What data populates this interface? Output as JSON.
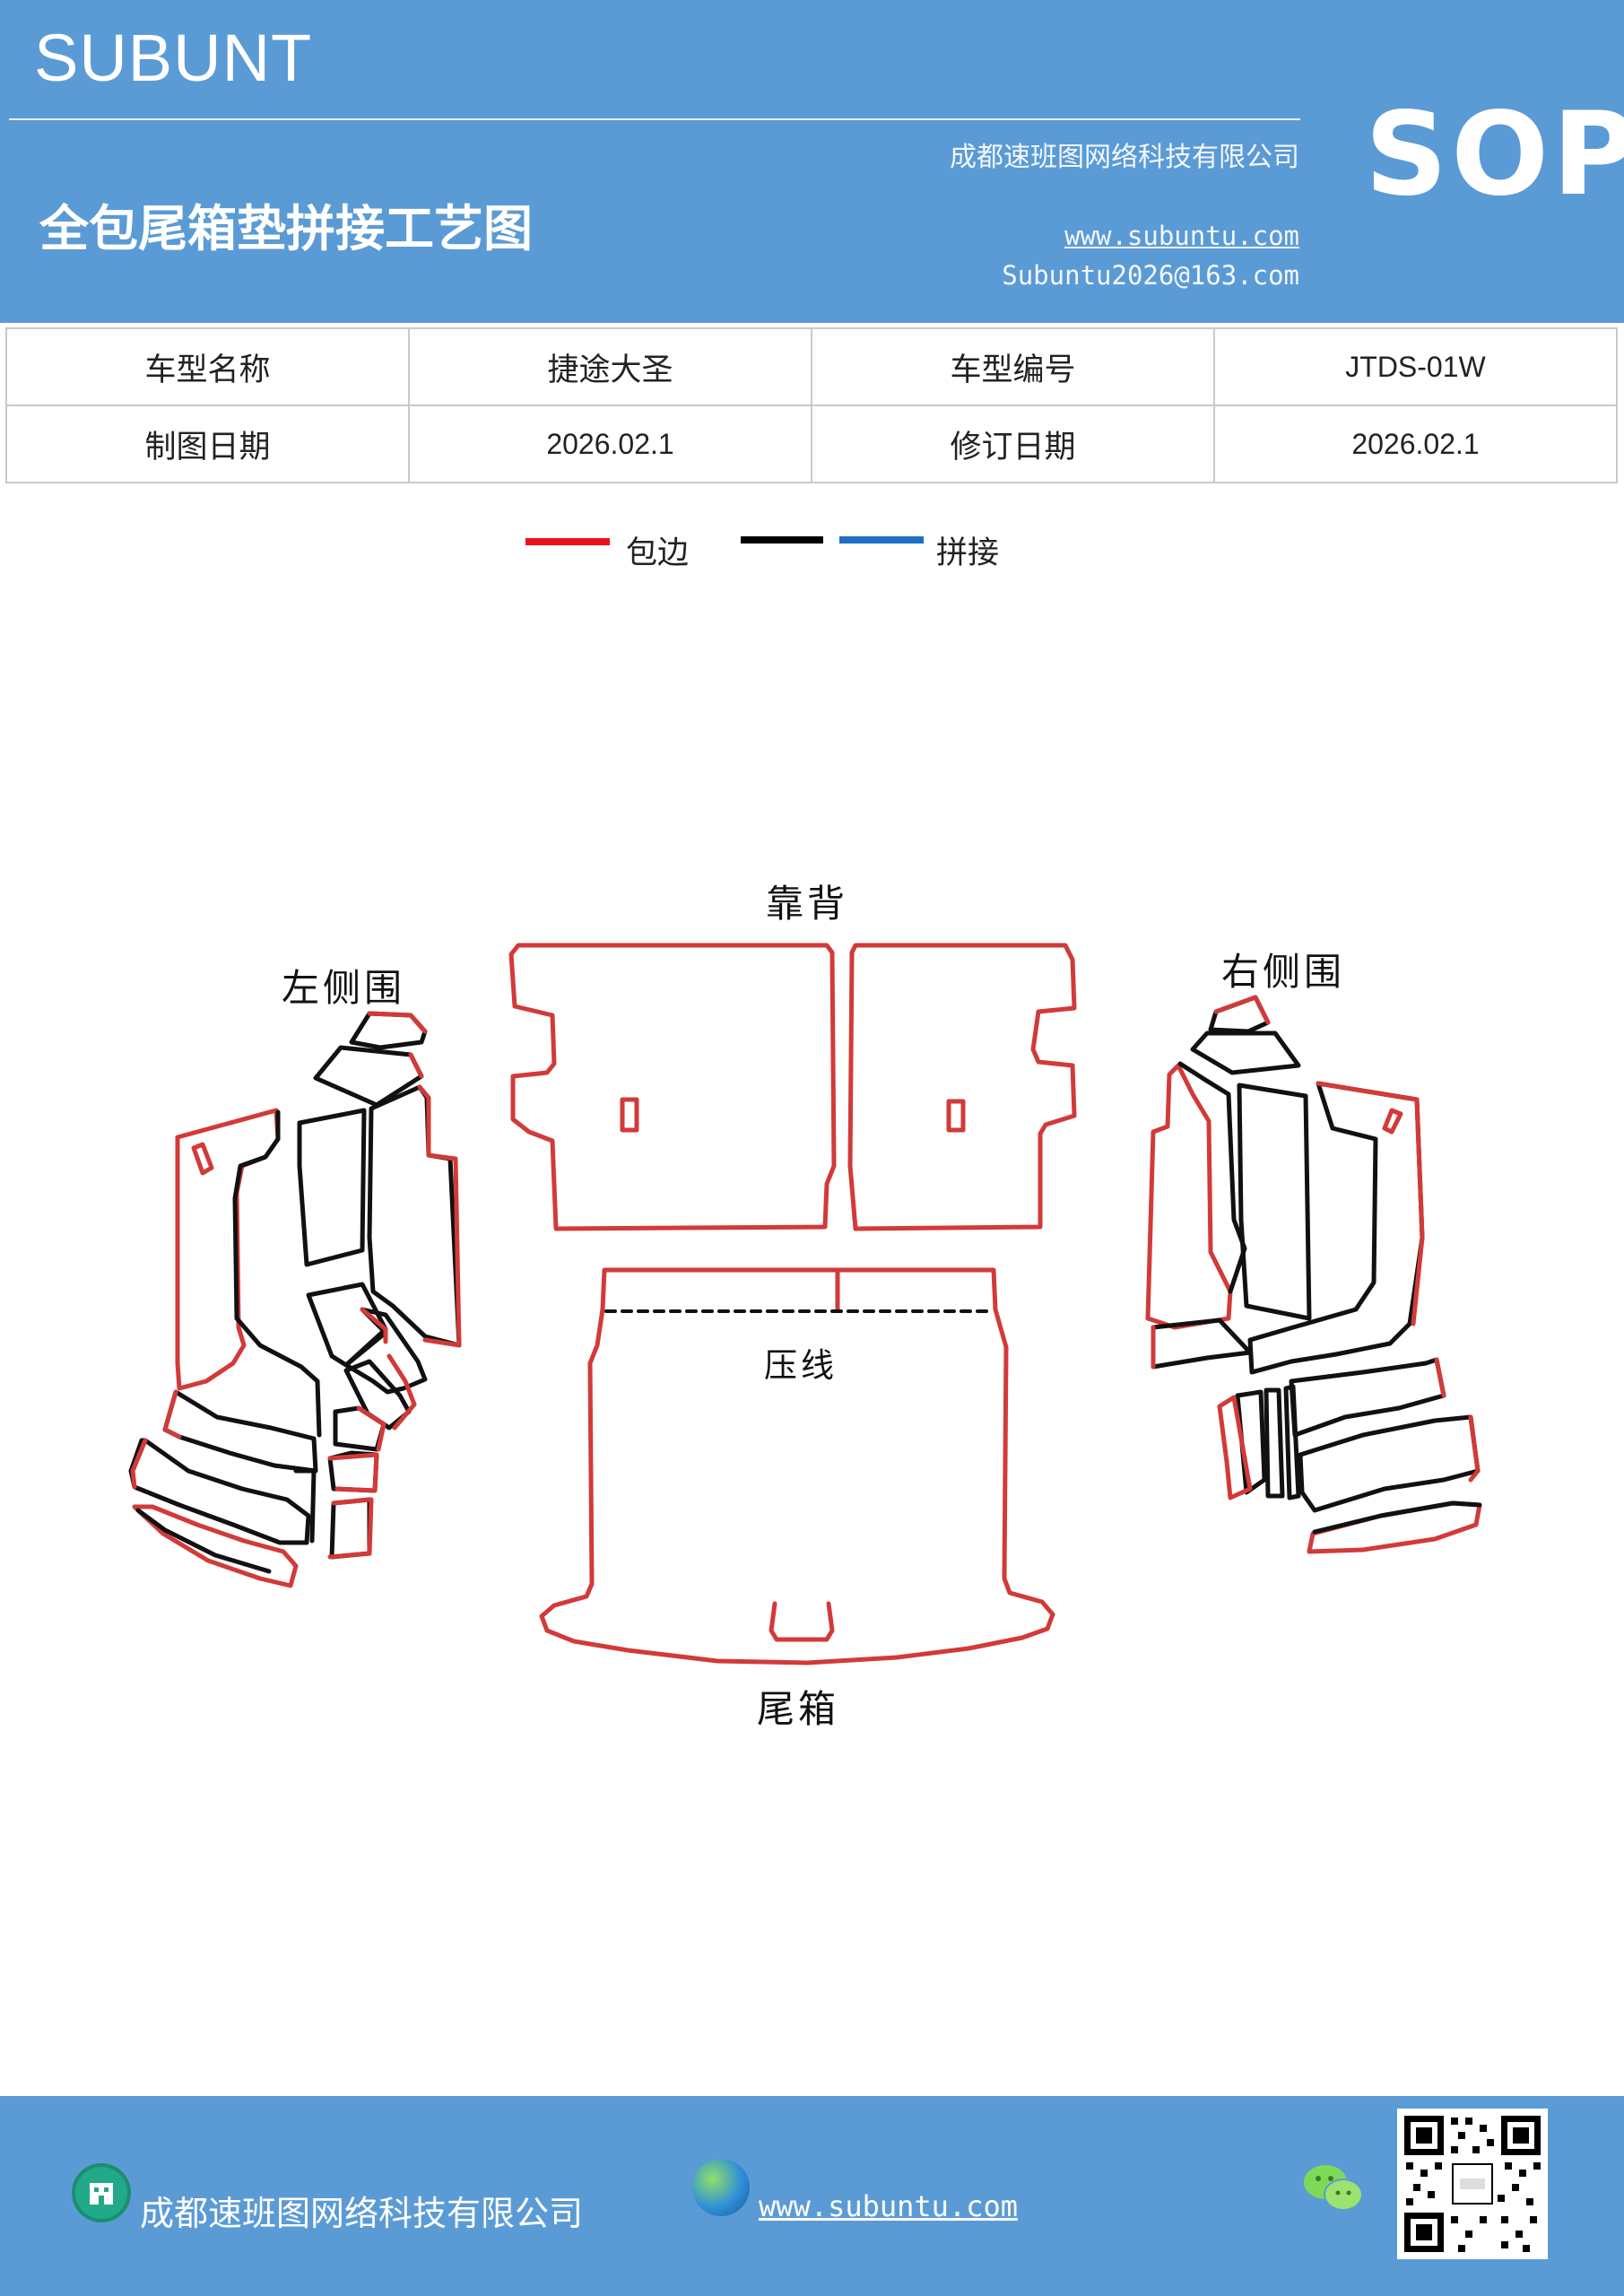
{
  "header": {
    "brand": "SUBUNT",
    "doc_title": "全包尾箱垫拼接工艺图",
    "company": "成都速班图网络科技有限公司",
    "website": "www.subuntu.com",
    "email": "Subuntu2026@163.com",
    "sop": "SOP"
  },
  "info_table": {
    "model_name_label": "车型名称",
    "model_name": "捷途大圣",
    "model_code_label": "车型编号",
    "model_code": "JTDS-01W",
    "draw_date_label": "制图日期",
    "draw_date": "2026.02.1",
    "revise_date_label": "修订日期",
    "revise_date": "2026.02.1"
  },
  "legend": {
    "wrap_edge": "包边",
    "splice": "拼接",
    "colors": {
      "wrap_edge": "#e8141a",
      "black": "#000000",
      "splice": "#1f6fc4"
    }
  },
  "diagram": {
    "backrest": "靠背",
    "left_side": "左侧围",
    "right_side": "右侧围",
    "press_line": "压线",
    "trunk": "尾箱",
    "colors": {
      "edge": "#d23a3a",
      "seam": "#111111"
    }
  },
  "footer": {
    "company": "成都速班图网络科技有限公司",
    "website": "www.subuntu.com ",
    "icons": [
      "building-icon",
      "globe-icon",
      "wechat-icon",
      "qr-code"
    ]
  }
}
